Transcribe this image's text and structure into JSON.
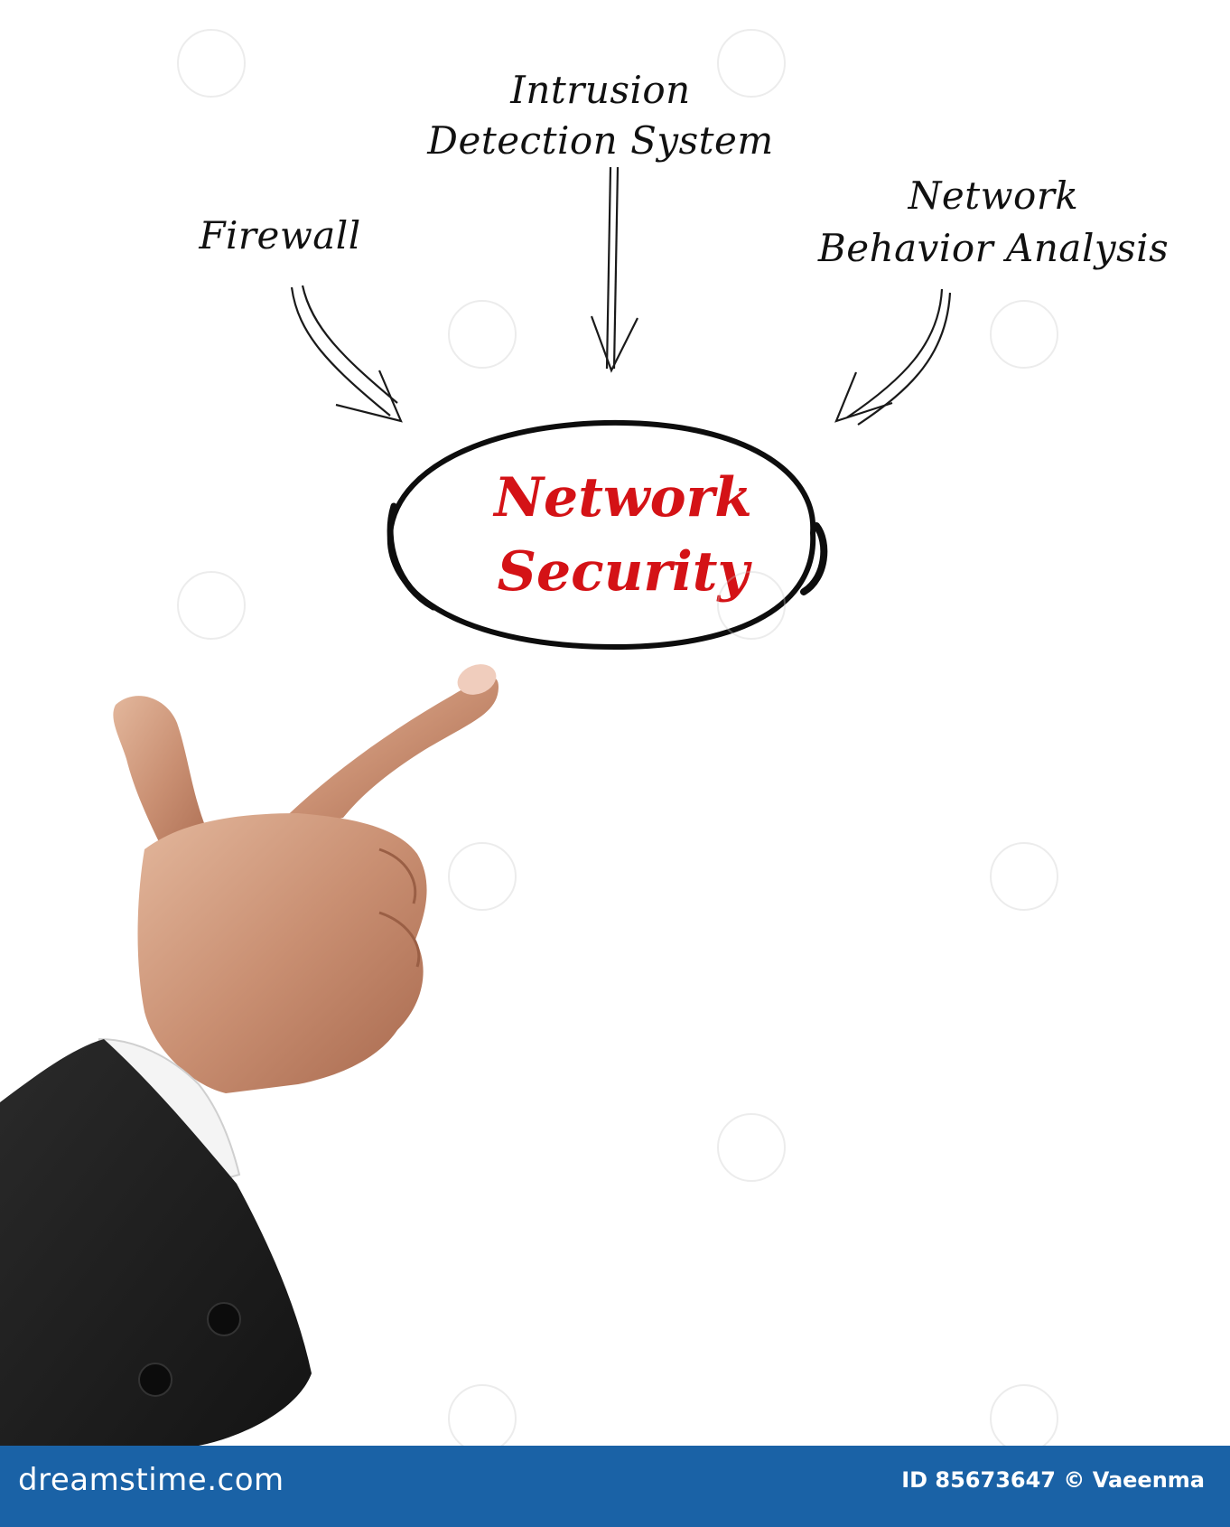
{
  "diagram": {
    "inputs": [
      {
        "id": "firewall",
        "lines": [
          "Firewall"
        ]
      },
      {
        "id": "ids",
        "lines": [
          "Intrusion",
          "Detection System"
        ]
      },
      {
        "id": "nba",
        "lines": [
          "Network",
          "Behavior Analysis"
        ]
      }
    ],
    "center": {
      "lines": [
        "Network",
        "Security"
      ],
      "color": "#d41216"
    }
  },
  "footer": {
    "brand": "dreamstime.com",
    "id_text": "ID 85673647 © Vaeenma",
    "background": "#1a62a6"
  }
}
